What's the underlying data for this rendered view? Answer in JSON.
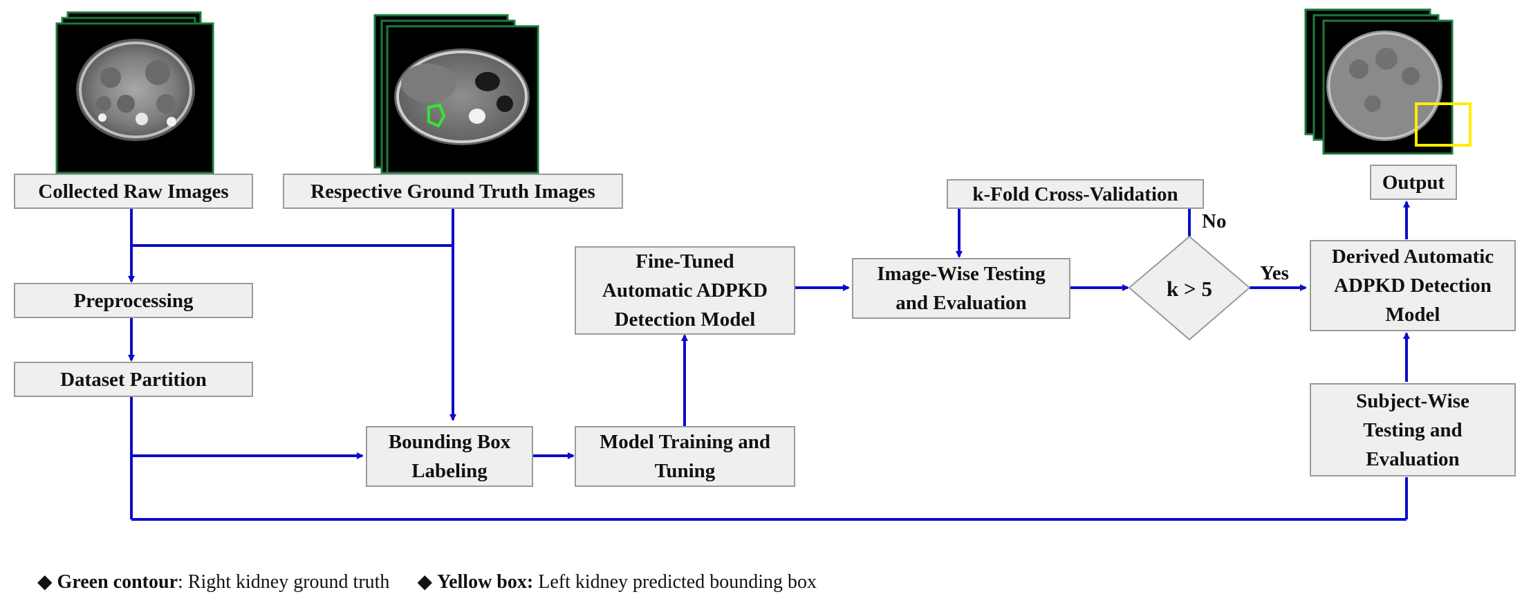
{
  "boxes": {
    "collected_raw_images": "Collected Raw Images",
    "respective_ground_truth": "Respective Ground Truth Images",
    "preprocessing": "Preprocessing",
    "dataset_partition": "Dataset Partition",
    "bounding_box_labeling": "Bounding Box\nLabeling",
    "model_training": "Model Training and\nTuning",
    "fine_tuned_model": "Fine-Tuned\nAutomatic ADPKD\nDetection Model",
    "image_wise_testing": "Image-Wise Testing\nand Evaluation",
    "k_fold": "k-Fold Cross-Validation",
    "derived_model": "Derived Automatic\nADPKD Detection\nModel",
    "subject_wise_testing": "Subject-Wise\nTesting and\nEvaluation",
    "output": "Output"
  },
  "decision": {
    "condition": "k > 5",
    "yes_label": "Yes",
    "no_label": "No"
  },
  "legend": {
    "marker": "◆",
    "item1_bold": "Green contour",
    "item1_sep": ":",
    "item1_text": " Right kidney ground truth",
    "item2_bold": "Yellow box:",
    "item2_text": " Left kidney predicted bounding box"
  },
  "colors": {
    "arrow": "#0b0bc8",
    "box_fill": "#efefef",
    "box_border": "#9a9a9a",
    "ground_truth_contour": "#2ee82e",
    "predicted_box": "#ffee00",
    "stack_frame": "#1b7a3c"
  },
  "images": {
    "raw": "ct-scan-stack",
    "ground_truth": "ct-scan-with-green-contour-stack",
    "output": "ct-scan-with-yellow-box-stack"
  }
}
